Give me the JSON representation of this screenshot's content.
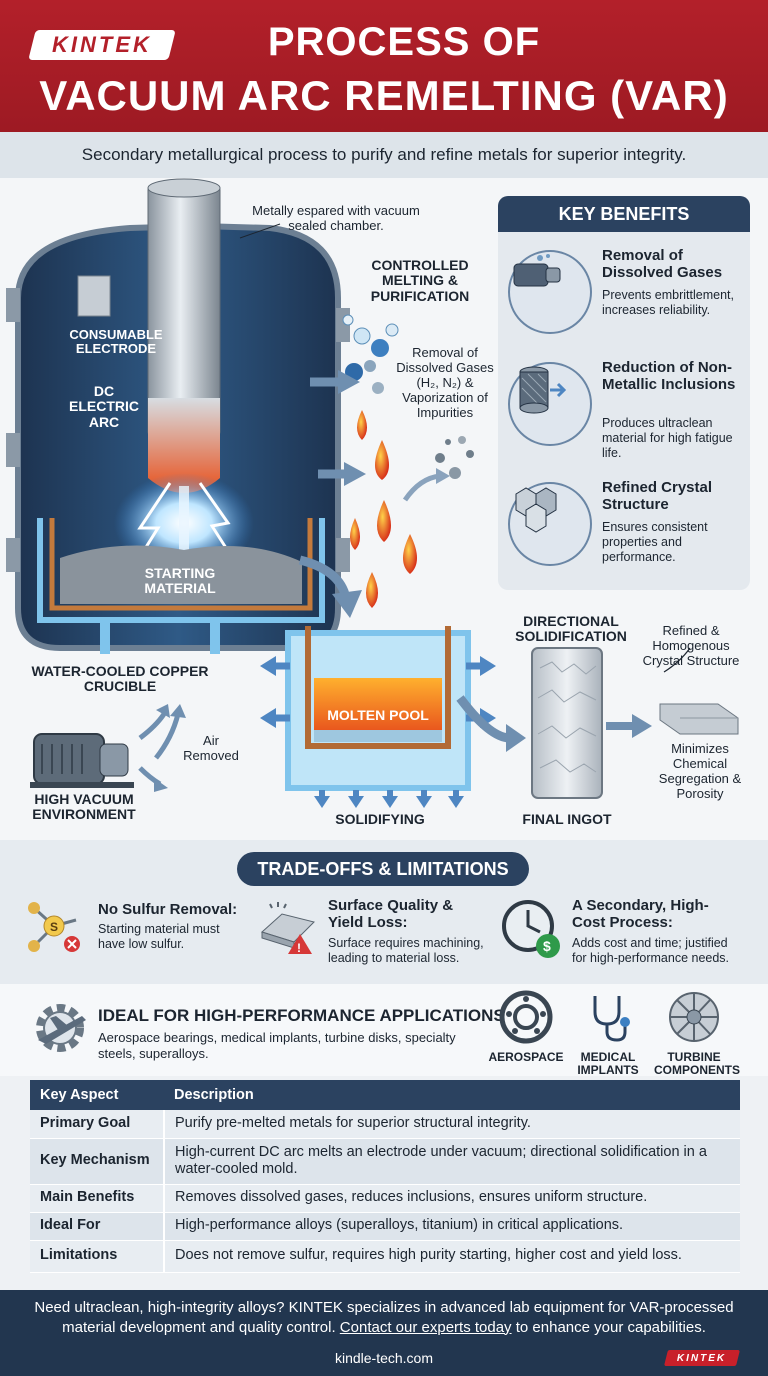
{
  "header": {
    "logo": "KINTEK",
    "title_line1": "PROCESS OF",
    "title_line2": "VACUUM ARC REMELTING (VAR)",
    "subtitle": "Secondary metallurgical process to purify and refine metals for superior integrity."
  },
  "diagram": {
    "chamber_note": "Metally espared with vacuum sealed chamber.",
    "consumable_electrode": "CONSUMABLE ELECTRODE",
    "dc_arc": "DC ELECTRIC ARC",
    "starting_material": "STARTING MATERIAL",
    "crucible": "WATER-COOLED COPPER CRUCIBLE",
    "vacuum_env": "HIGH VACUUM ENVIRONMENT",
    "air_removed": "Air Removed",
    "controlled_melting": "CONTROLLED MELTING & PURIFICATION",
    "removal_note": "Removal of Dissolved Gases (H₂, N₂) & Vaporization of Impurities",
    "molten_pool": "MOLTEN POOL",
    "solidifying": "SOLIDIFYING",
    "directional": "DIRECTIONAL SOLIDIFICATION",
    "final_ingot": "FINAL INGOT",
    "refined_structure": "Refined & Homogenous Crystal Structure",
    "minimizes": "Minimizes Chemical Segregation & Porosity"
  },
  "benefits": {
    "heading": "KEY BENEFITS",
    "items": [
      {
        "title": "Removal of Dissolved Gases",
        "desc": "Prevents embrittlement, increases reliability.",
        "icon": "vacuum-pump-icon"
      },
      {
        "title": "Reduction of Non-Metallic Inclusions",
        "desc": "Produces ultraclean material for high fatigue life.",
        "icon": "filter-icon"
      },
      {
        "title": "Refined Crystal Structure",
        "desc": "Ensures consistent properties and performance.",
        "icon": "crystal-icon"
      }
    ]
  },
  "tradeoffs": {
    "heading": "TRADE-OFFS & LIMITATIONS",
    "items": [
      {
        "title": "No Sulfur Removal:",
        "desc": "Starting material must have low sulfur."
      },
      {
        "title": "Surface Quality & Yield Loss:",
        "desc": "Surface requires machining, leading to material loss."
      },
      {
        "title": "A Secondary, High-Cost Process:",
        "desc": "Adds cost and time; justified for high-performance needs."
      }
    ]
  },
  "ideal": {
    "title": "IDEAL FOR HIGH-PERFORMANCE APPLICATIONS",
    "desc": "Aerospace bearings, medical implants, turbine disks, specialty steels, superalloys.",
    "apps": [
      "AEROSPACE",
      "MEDICAL IMPLANTS",
      "TURBINE COMPONENTS"
    ]
  },
  "table": {
    "headers": [
      "Key Aspect",
      "Description"
    ],
    "rows": [
      {
        "aspect": "Primary Goal",
        "desc": "Purify pre-melted metals for superior structural integrity."
      },
      {
        "aspect": "Key Mechanism",
        "desc": "High-current DC arc melts an electrode under vacuum; directional solidification in a water-cooled mold."
      },
      {
        "aspect": "Main Benefits",
        "desc": "Removes dissolved gases, reduces inclusions, ensures uniform structure."
      },
      {
        "aspect": "Ideal For",
        "desc": "High-performance alloys (superalloys, titanium) in critical applications."
      },
      {
        "aspect": "Limitations",
        "desc": "Does not remove sulfur, requires high purity starting, higher cost and yield loss."
      }
    ]
  },
  "footer": {
    "text_before": "Need ultraclean, high-integrity alloys? KINTEK specializes in advanced lab equipment for VAR-processed material development and quality control.",
    "link": "Contact our experts today",
    "text_after": "to enhance your capabilities.",
    "url": "kindle-tech.com",
    "logo": "KINTEK"
  },
  "colors": {
    "brand_red": "#b3202a",
    "navy": "#2b4260",
    "footer_navy": "#22364f"
  }
}
